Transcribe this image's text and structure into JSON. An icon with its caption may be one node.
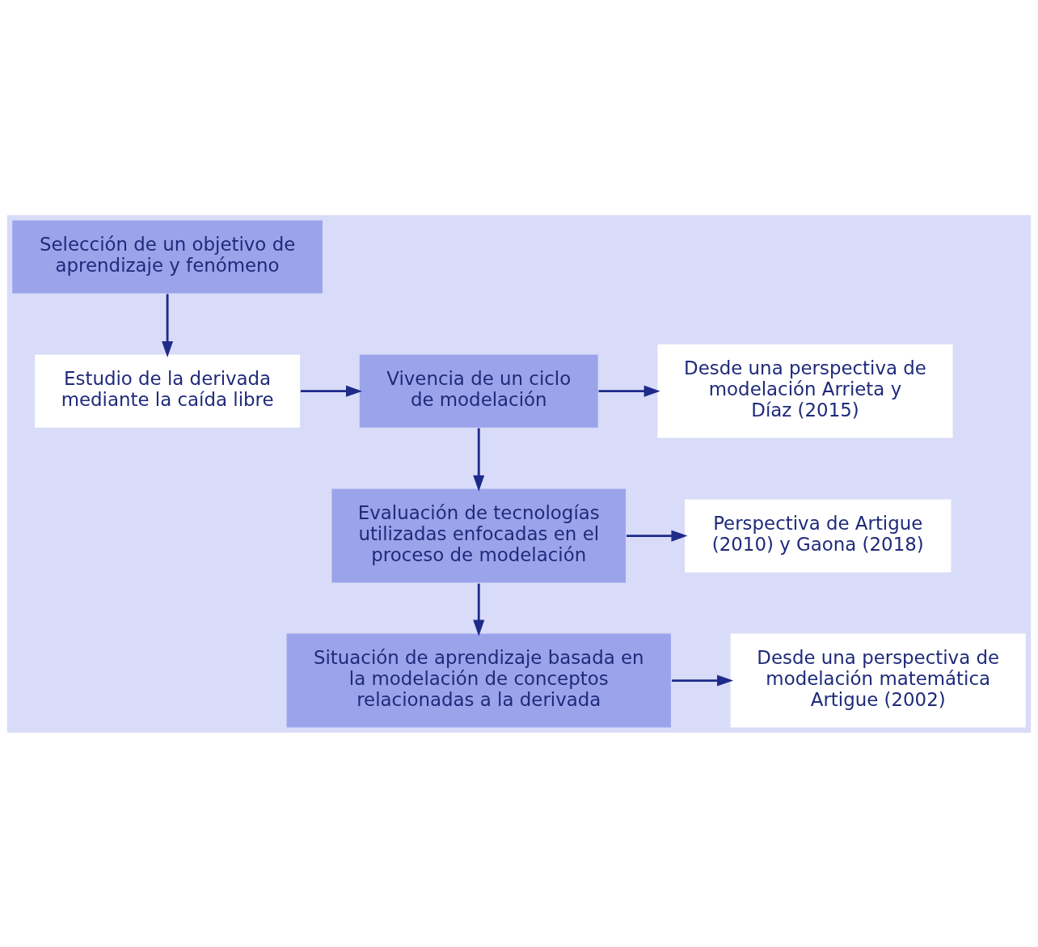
{
  "diagram": {
    "nodes": [
      {
        "text": [
          "Selección de un objetivo de aprendizaje y fenómeno"
        ]
      },
      {
        "text": [
          "Estudio de la derivada mediante la caída libre"
        ]
      },
      {
        "text": [
          "Vivencia de un ciclo de modelación"
        ]
      },
      {
        "text": [
          "Desde una perspectiva de modelación Arrieta y Díaz (2015)"
        ]
      },
      {
        "text": [
          "Evaluación de tecnologías utilizadas enfocadas en el proceso de modelación"
        ]
      },
      {
        "text": [
          "Perspectiva de Artigue (2010) y Gaona (2018)"
        ]
      },
      {
        "text": [
          "Situación de aprendizaje basada en la modelación de conceptos relacionadas a la derivada"
        ]
      },
      {
        "text": [
          "Desde una perspectiva de modelación matemática Artigue (2002)"
        ]
      }
    ],
    "edges": [
      {
        "from": 0,
        "to": 1,
        "arrow": "to"
      },
      {
        "from": 1,
        "to": 2,
        "arrow": "to"
      },
      {
        "from": 2,
        "to": 3,
        "arrow": "to"
      },
      {
        "from": 2,
        "to": 4,
        "arrow": "to"
      },
      {
        "from": 4,
        "to": 5,
        "arrow": "to"
      },
      {
        "from": 4,
        "to": 6,
        "arrow": "to"
      },
      {
        "from": 6,
        "to": 7,
        "arrow": "to"
      }
    ]
  }
}
